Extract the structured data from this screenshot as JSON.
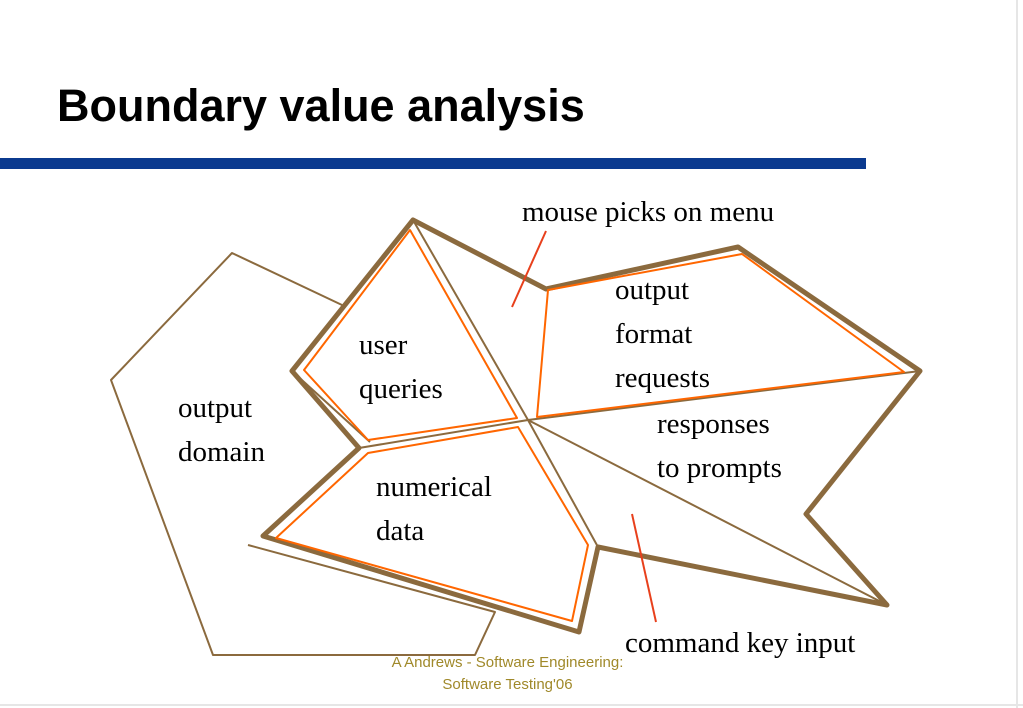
{
  "title": "Boundary value analysis",
  "labels": {
    "mouse_picks": "mouse picks on menu",
    "output_format_1": "output",
    "output_format_2": "format",
    "output_format_3": "requests",
    "user_queries_1": "user",
    "user_queries_2": "queries",
    "output_domain_1": "output",
    "output_domain_2": "domain",
    "responses_1": "responses",
    "responses_2": "to prompts",
    "numerical_1": "numerical",
    "numerical_2": "data",
    "command_key": "command key input"
  },
  "footer": {
    "line1": "A Andrews - Software Engineering:",
    "line2": "Software Testing'06"
  },
  "colors": {
    "brown": "#8b6a3e",
    "orange": "#ff6600",
    "pointer": "#e8401c",
    "rule": "#0b3a8f",
    "footer": "#a0892a"
  }
}
